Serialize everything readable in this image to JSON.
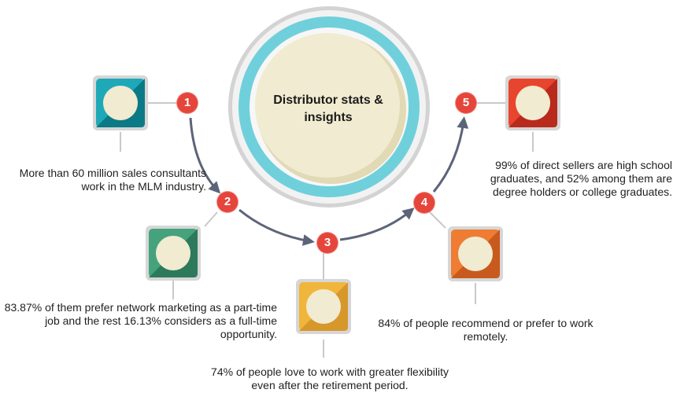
{
  "title": "Distributor stats & insights",
  "steps": [
    {
      "number": "1",
      "color": "#1fa9b8",
      "color_dark": "#0b7a86",
      "caption": "More than 60 million sales consultants work in the MLM industry."
    },
    {
      "number": "2",
      "color": "#44a37d",
      "color_dark": "#2c7a5b",
      "caption": "83.87% of them prefer network marketing as a part-time job and the rest 16.13% considers as a full-time opportunity."
    },
    {
      "number": "3",
      "color": "#f0b63c",
      "color_dark": "#d6972b",
      "caption": "74% of people love to work with greater flexibility even after the retirement period."
    },
    {
      "number": "4",
      "color": "#ee7d33",
      "color_dark": "#c95a1e",
      "caption": "84% of people recommend or prefer to work remotely."
    },
    {
      "number": "5",
      "color": "#e8452e",
      "color_dark": "#b82a1c",
      "caption": "99% of direct sellers are high school graduates, and 52% among them are degree holders or college graduates."
    }
  ],
  "colors": {
    "ring_outer": "#c9c9c9",
    "ring_accent": "#6fd0dc",
    "center_fill": "#f1ebd1",
    "center_shade": "#e2d9b5",
    "arrow": "#5c6478",
    "connector": "#c9c9c9",
    "number_badge": "#e5453a"
  }
}
